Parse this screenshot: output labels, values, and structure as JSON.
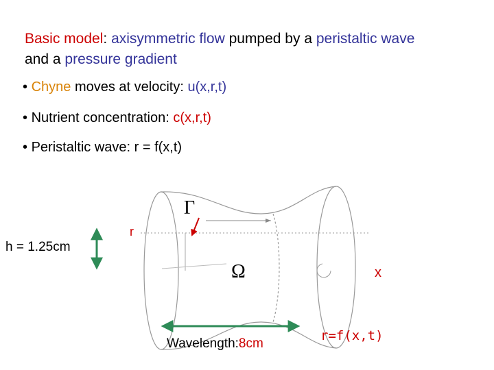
{
  "title": {
    "line1": [
      {
        "text": "Basic model",
        "color": "#cc0000"
      },
      {
        "text": ": ",
        "color": "#000000"
      },
      {
        "text": "axisymmetric flow",
        "color": "#333399"
      },
      {
        "text": " pumped by a ",
        "color": "#000000"
      },
      {
        "text": "peristaltic wave",
        "color": "#333399"
      }
    ],
    "line2": [
      {
        "text": "and a ",
        "color": "#000000"
      },
      {
        "text": "pressure gradient",
        "color": "#333399"
      }
    ]
  },
  "bullets": [
    {
      "marker": "•",
      "parts": [
        {
          "text": "Chyne",
          "color": "#d9840a"
        },
        {
          "text": " moves at velocity: ",
          "color": "#000000"
        },
        {
          "text": "u(x,r,t)",
          "color": "#333399"
        }
      ]
    },
    {
      "marker": "•",
      "parts": [
        {
          "text": "Nutrient concentration: ",
          "color": "#000000"
        },
        {
          "text": "c(x,r,t)",
          "color": "#cc0000"
        }
      ]
    },
    {
      "marker": "•",
      "parts": [
        {
          "text": "Peristaltic wave: r = f(x,t)",
          "color": "#000000"
        }
      ]
    }
  ],
  "diagram": {
    "height_label": "h = 1.25cm",
    "r_label": "r",
    "gamma_symbol": "Γ",
    "omega_symbol": "Ω",
    "x_label": "x",
    "wavelength_label": "Wavelength:",
    "wavelength_value": "8cm",
    "wave_formula": "r=f(x,t)",
    "colors": {
      "arrow": "#2e8b57",
      "accent": "#cc0000",
      "outline": "#999999",
      "x_axis": "#cc0000"
    }
  }
}
